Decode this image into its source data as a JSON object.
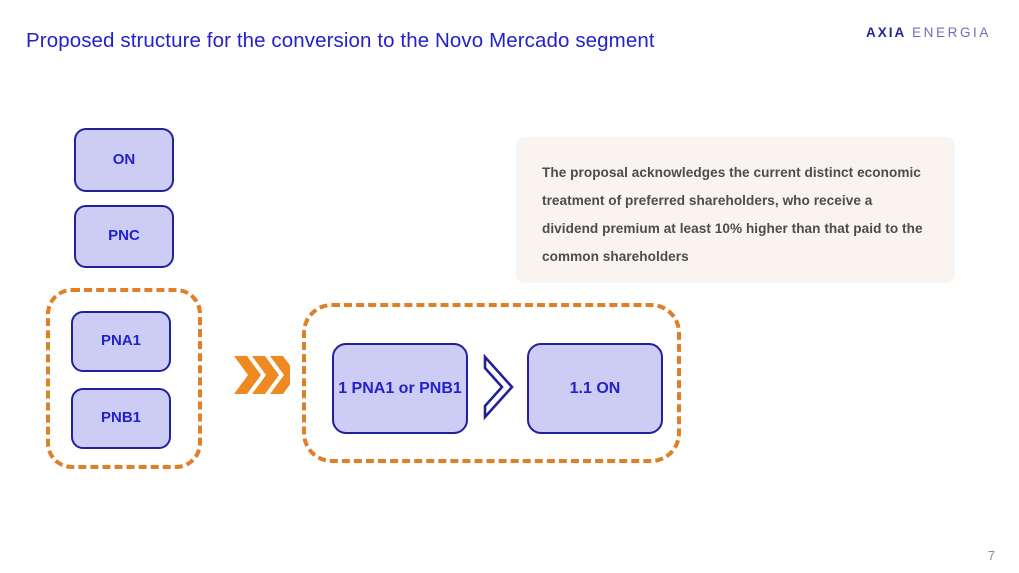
{
  "header": {
    "title": "Proposed structure for the conversion to the Novo Mercado segment",
    "brand_primary": "AXIA",
    "brand_secondary": "ENERGIA"
  },
  "diagram": {
    "left_column": {
      "boxes": [
        {
          "label": "ON"
        },
        {
          "label": "PNC"
        },
        {
          "label": "PNA1"
        },
        {
          "label": "PNB1"
        }
      ]
    },
    "conversion": {
      "from_label": "1 PNA1 or PNB1",
      "to_label": "1.1 ON"
    },
    "icons": {
      "flow_arrows": "triple-chevron-right-icon",
      "conversion_arrow": "chevron-right-outline-icon"
    }
  },
  "note": {
    "text": "The proposal acknowledges the current distinct economic treatment of preferred shareholders, who receive a dividend premium at least 10% higher than that paid to the common shareholders"
  },
  "footer": {
    "page_number": "7"
  },
  "colors": {
    "title_blue": "#2222cc",
    "box_fill": "#ccccf4",
    "box_border": "#21219c",
    "dashed_orange": "#e07f28",
    "note_bg": "#faf4f0",
    "note_text": "#4c4c4c",
    "brand_primary": "#23249b",
    "brand_secondary": "#6b6fb5",
    "page_number": "#8a8a8a"
  }
}
